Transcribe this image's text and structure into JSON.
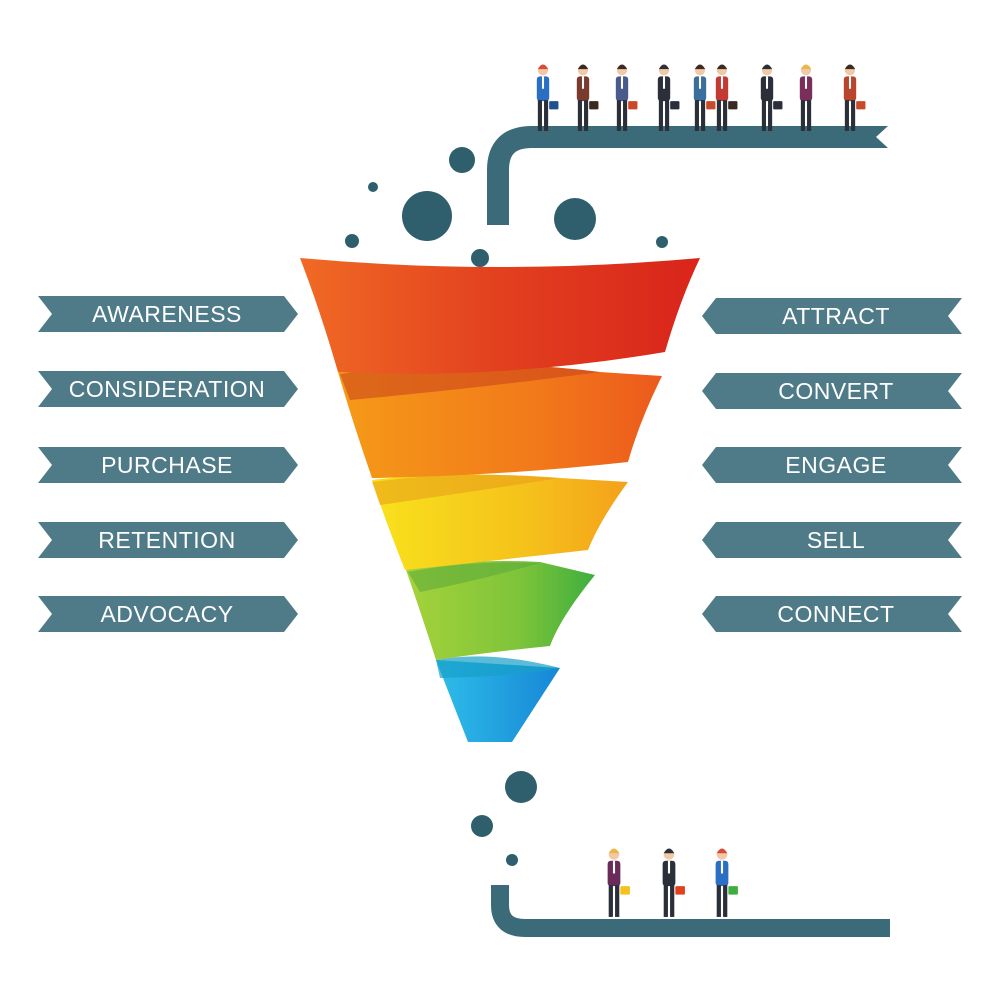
{
  "colors": {
    "ribbon": "#4f7b89",
    "pipe": "#3b6a78",
    "bubble": "#2f5f6d",
    "label_text": "#ffffff",
    "background": "#ffffff",
    "funnel": [
      "#e2401f",
      "#f27a1a",
      "#f5c21b",
      "#7ec43a",
      "#1aa6e0"
    ]
  },
  "left_stages": [
    "AWARENESS",
    "CONSIDERATION",
    "PURCHASE",
    "RETENTION",
    "ADVOCACY"
  ],
  "right_stages": [
    "ATTRACT",
    "CONVERT",
    "ENGAGE",
    "SELL",
    "CONNECT"
  ],
  "people": {
    "top_count": 9,
    "bottom_count": 3
  }
}
